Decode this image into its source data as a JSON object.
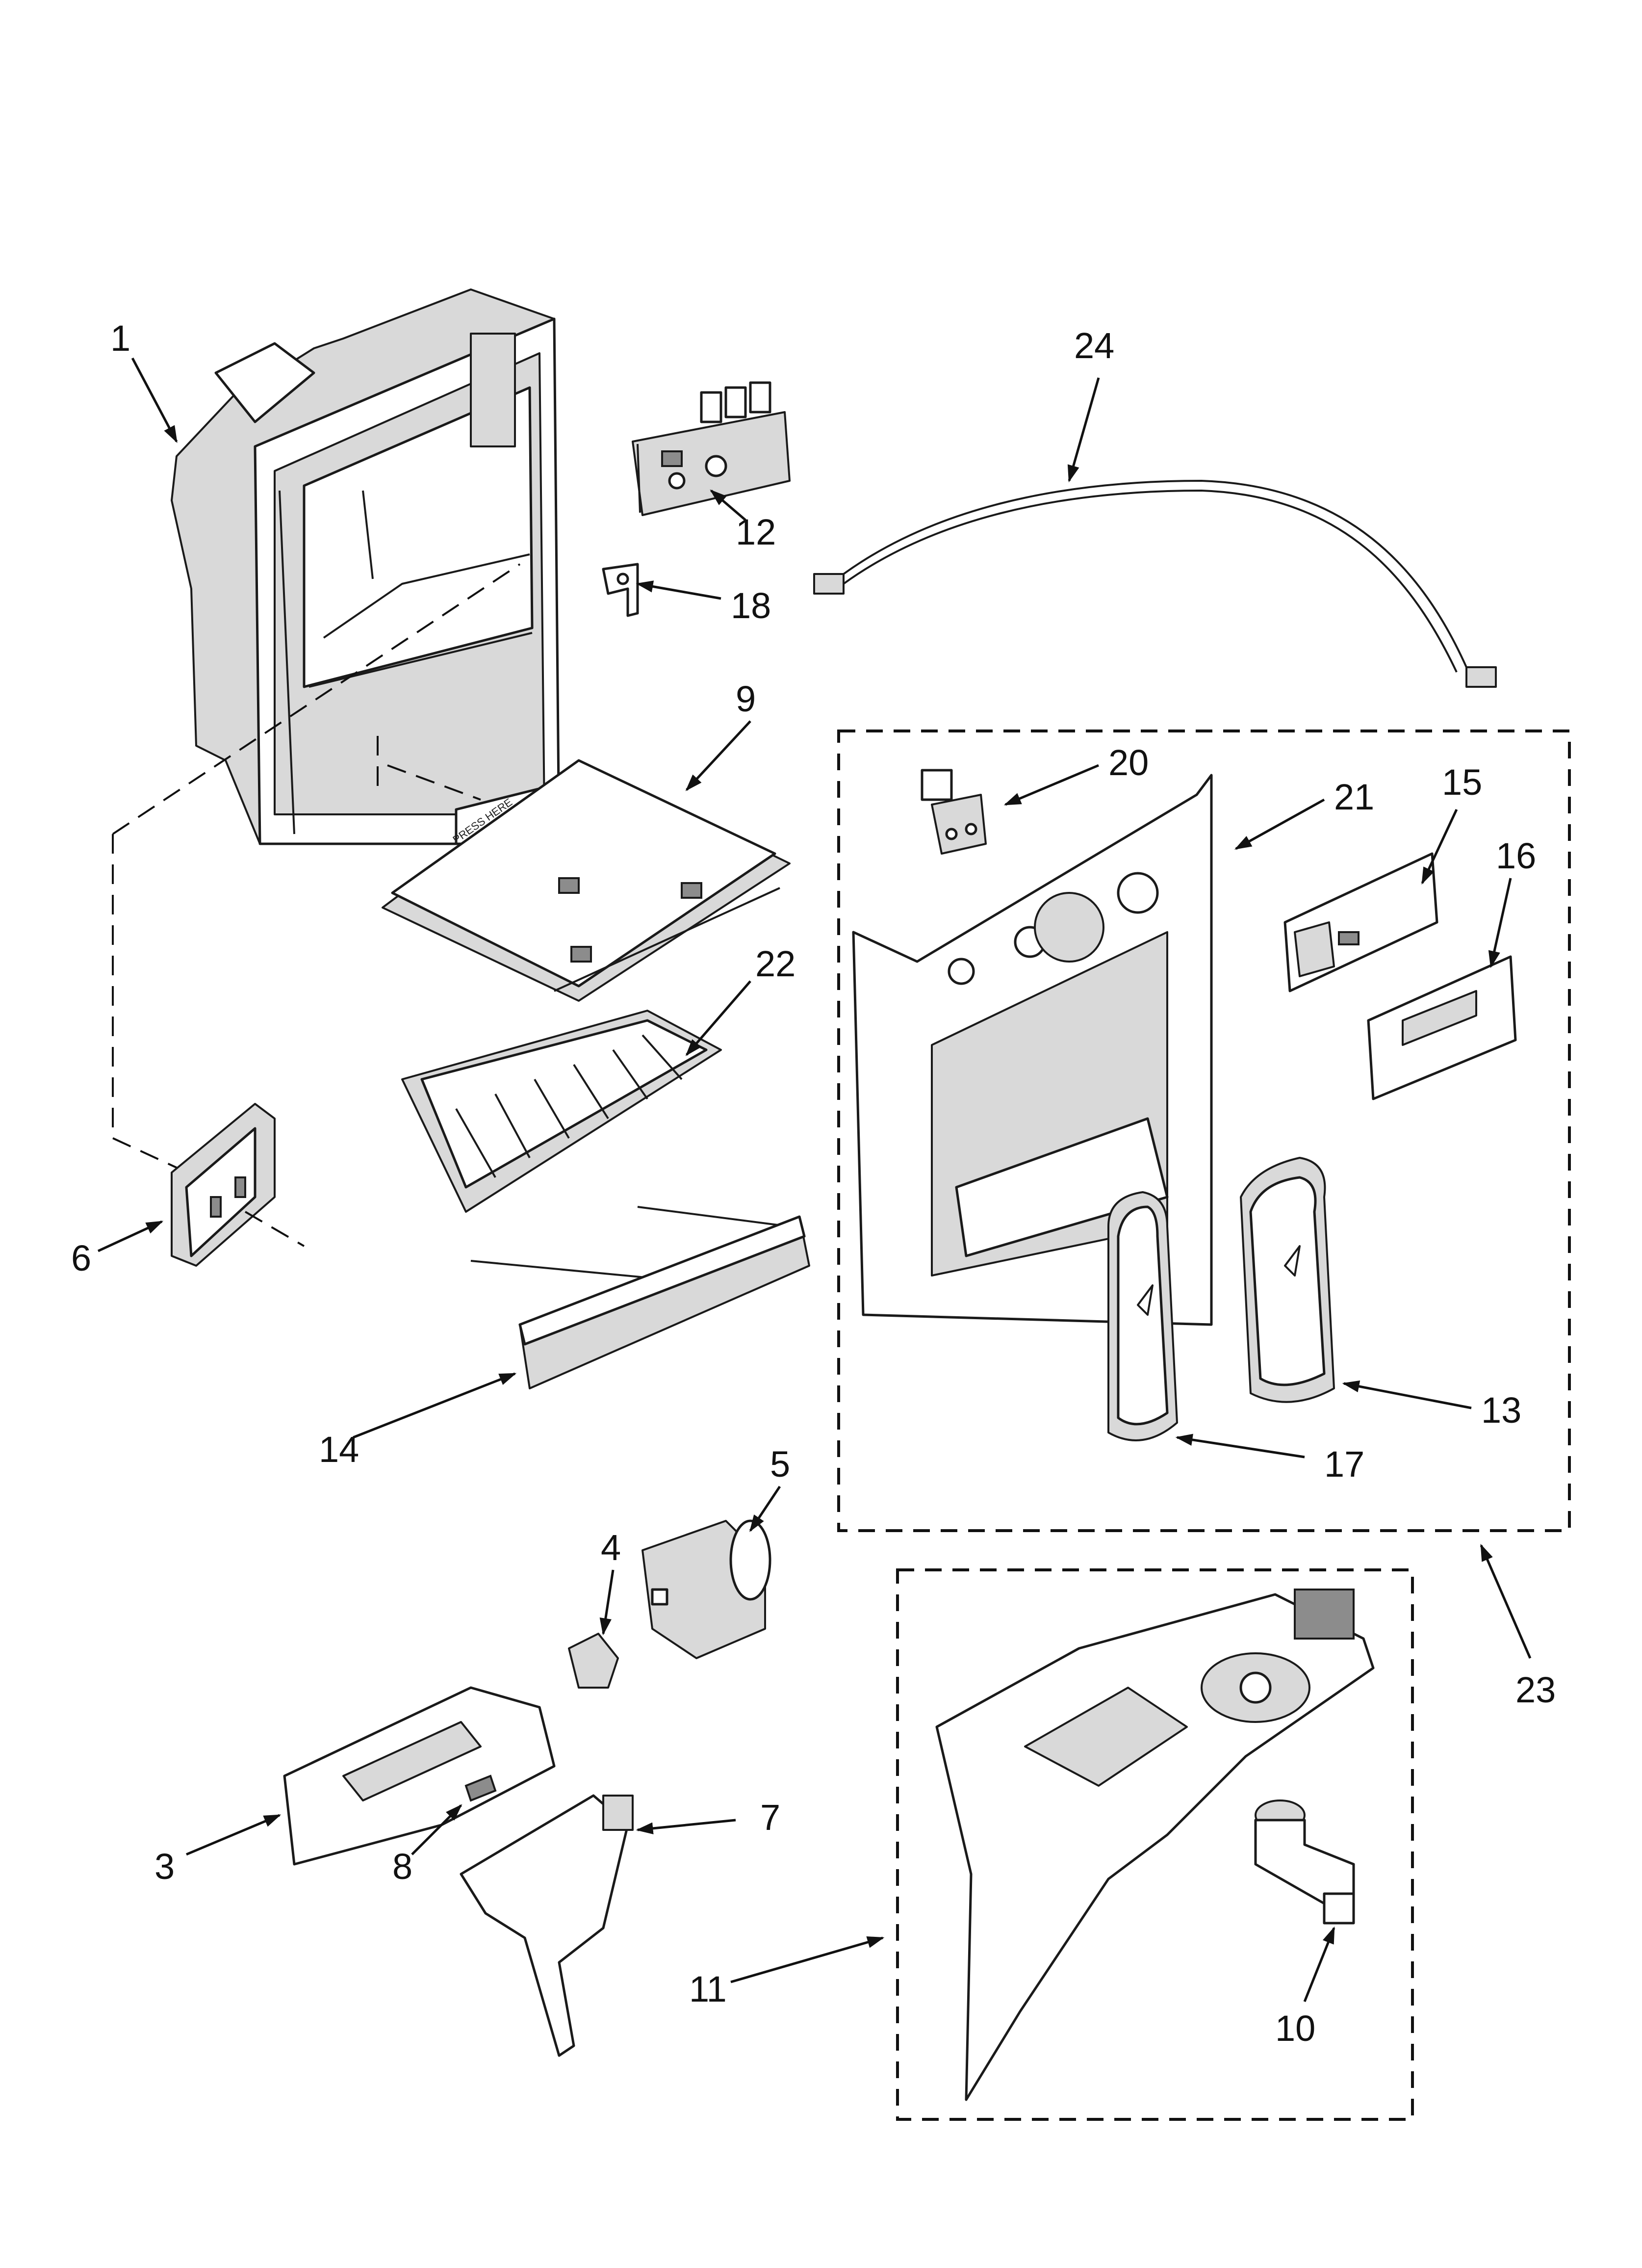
{
  "colors": {
    "line": "#111111",
    "shade": "#d9d9d9",
    "dark": "#8c8c8c",
    "background": "#ffffff"
  },
  "part_labels": [
    "1",
    "24",
    "12",
    "18",
    "9",
    "20",
    "21",
    "15",
    "16",
    "22",
    "6",
    "14",
    "17",
    "13",
    "5",
    "4",
    "23",
    "3",
    "8",
    "7",
    "11",
    "10"
  ],
  "stamps": {
    "tray_press": "PRESS HERE"
  }
}
